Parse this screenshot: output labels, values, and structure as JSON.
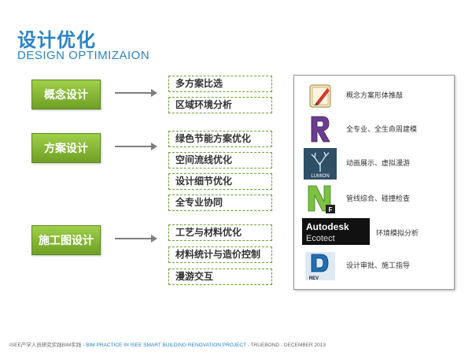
{
  "title": {
    "cn": "设计优化",
    "en": "DESIGN OPTIMIZAION"
  },
  "phases": [
    {
      "label": "概念设计",
      "items": [
        "多方案比选",
        "区域环境分析"
      ]
    },
    {
      "label": "方案设计",
      "items": [
        "绿色节能方案优化",
        "空间流线优化",
        "设计细节优化",
        "全专业协同"
      ]
    },
    {
      "label": "施工图设计",
      "items": [
        "工艺与材料优化",
        "材料统计与造价控制",
        "漫游交互"
      ]
    }
  ],
  "tools": [
    {
      "icon": "sketchup-icon",
      "description": "概念方案形体推敲"
    },
    {
      "icon": "revit-icon",
      "description": "全专业、全生命周建模"
    },
    {
      "icon": "lumion-icon",
      "description": "动画展示、虚拟漫游",
      "logo_text": "LUMION"
    },
    {
      "icon": "navisworks-icon",
      "description": "管线综合、碰撞检查",
      "logo_text": "F"
    },
    {
      "icon": "ecotect-icon",
      "description": "环境模拟分析",
      "logo_text_1": "Autodesk",
      "logo_text_2": "Ecotect"
    },
    {
      "icon": "revit-structure-icon",
      "description": "设计审批、施工指导",
      "logo_text": "REV"
    }
  ],
  "footer": {
    "part1": "ISEE产学人员研究实践BIM实践",
    "part2": " - BIM PRACTICE IN ISEE SMART BUILDING RENOVATION PROJECT",
    "part3": " - TRUEBOND - DECEMBER 2013"
  },
  "colors": {
    "title": "#2a84c4",
    "phase_green": "#7fb236",
    "border_green": "#6aa033"
  }
}
